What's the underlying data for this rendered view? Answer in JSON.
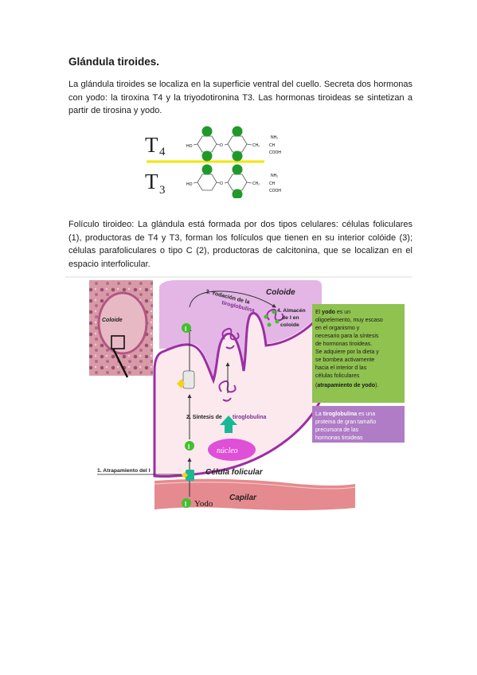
{
  "doc": {
    "title": "Glándula tiroides.",
    "paragraph1": "La glándula tiroides se localiza en la superficie ventral del cuello. Secreta dos hormonas con yodo: la tiroxina T4 y la triyodotironina T3. Las hormonas tiroideas se sintetizan a partir de tirosina y yodo.",
    "paragraph2": "Folículo tiroideo: La glándula está formada por dos tipos celulares: células foliculares (1), productoras de T4 y T3, forman los folículos que tienen en su interior colóide (3); células parafoliculares o tipo C (2), productoras de calcitonina, que se localizan en el espacio interfolicular."
  },
  "hormone_figure": {
    "t4_label": "T",
    "t4_sub": "4",
    "t3_label": "T",
    "t3_sub": "3",
    "ho": "HO",
    "o": "O",
    "ch2": "CH₂",
    "ch": "CH",
    "nh2": "NH₂",
    "cooh": "COOH",
    "highlight_color": "#f2e600",
    "iodine_color": "#1f9a2a"
  },
  "follicle_figure": {
    "micro_label": "Coloide",
    "coloid_label": "Coloide",
    "step1": "1. Atrapamiento del I",
    "step2_prefix": "2. Síntesis de",
    "step2_word": "tiroglobulina",
    "step3_line1": "3. Yodación de la",
    "step3_line2": "tiroglobulina",
    "step4_line1": "4. Almacén",
    "step4_line2": "de I en",
    "step4_line3": "coloide",
    "iodine": "I",
    "nucleus": "núcleo",
    "cell": "Célula folicular",
    "capillary": "Capilar",
    "yodo": "Yodo",
    "info_green_lines": [
      "oligoelemento, muy escaso",
      "en el organismo y",
      "necesario para la síntesis",
      "de hormonas tiroideas.",
      "Se adquiere por la dieta y",
      "se bombea activamente",
      "hacia el interior d las",
      "células foliculares"
    ],
    "info_green_first_a": "El ",
    "info_green_first_b": "yodo",
    "info_green_first_c": " es un",
    "info_green_last_a": "(",
    "info_green_last_b": "atrapamiento de yodo",
    "info_green_last_c": ").",
    "info_purple_first_a": "La ",
    "info_purple_first_b": "tiroglobulina",
    "info_purple_first_c": " es una",
    "info_purple_lines": [
      "proteina de gran tamaño",
      "precursora de las",
      "hormonas tiroideas"
    ],
    "colors": {
      "green_box": "#8fc24f",
      "purple_box": "#b07cc6",
      "cell_fill": "#fbe9ee",
      "cell_border": "#9c2fa3",
      "coloid_fill": "#e3b6e6",
      "capillary": "#e58a8e",
      "nucleus": "#e04fd8",
      "iodine": "#41c12d",
      "arrow_teal": "#19b996"
    }
  }
}
